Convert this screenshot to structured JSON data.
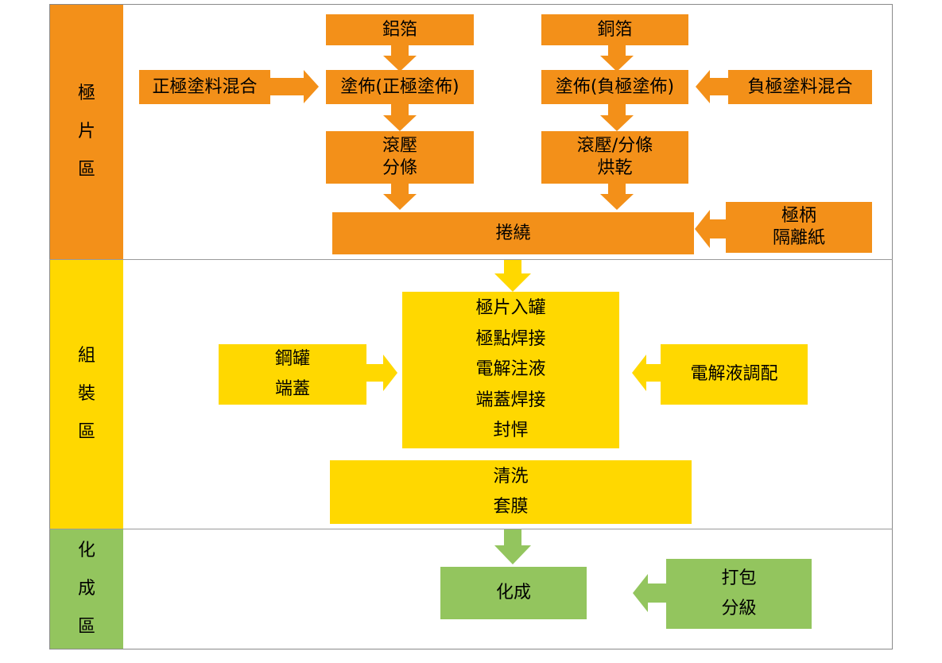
{
  "colors": {
    "orange": "#f39019",
    "yellow": "#ffd800",
    "green": "#93c55e",
    "border": "#8a8a8a"
  },
  "sections": [
    {
      "chars": [
        "極",
        "片",
        "區"
      ],
      "color": "#f39019"
    },
    {
      "chars": [
        "組",
        "裝",
        "區"
      ],
      "color": "#ffd800"
    },
    {
      "chars": [
        "化",
        "成",
        "區"
      ],
      "color": "#93c55e"
    }
  ],
  "nodes": {
    "aluminum_foil": "鋁箔",
    "copper_foil": "銅箔",
    "cathode_slurry_mix": "正極塗料混合",
    "cathode_coating": "塗佈(正極塗佈)",
    "anode_coating": "塗佈(負極塗佈)",
    "anode_slurry_mix": "負極塗料混合",
    "cathode_roll_slit": [
      "滾壓",
      "分條"
    ],
    "anode_roll_slit_dry": [
      "滾壓/分條",
      "烘乾"
    ],
    "winding": "捲繞",
    "tab_separator": [
      "極柄",
      "隔離紙"
    ],
    "steel_can_endcap": [
      "鋼罐",
      "端蓋"
    ],
    "assembly_steps": [
      "極片入罐",
      "極點焊接",
      "電解注液",
      "端蓋焊接",
      "封悍"
    ],
    "electrolyte_prep": "電解液調配",
    "clean_film": [
      "清洗",
      "套膜"
    ],
    "formation": "化成",
    "pack_grade": [
      "打包",
      "分級"
    ]
  }
}
